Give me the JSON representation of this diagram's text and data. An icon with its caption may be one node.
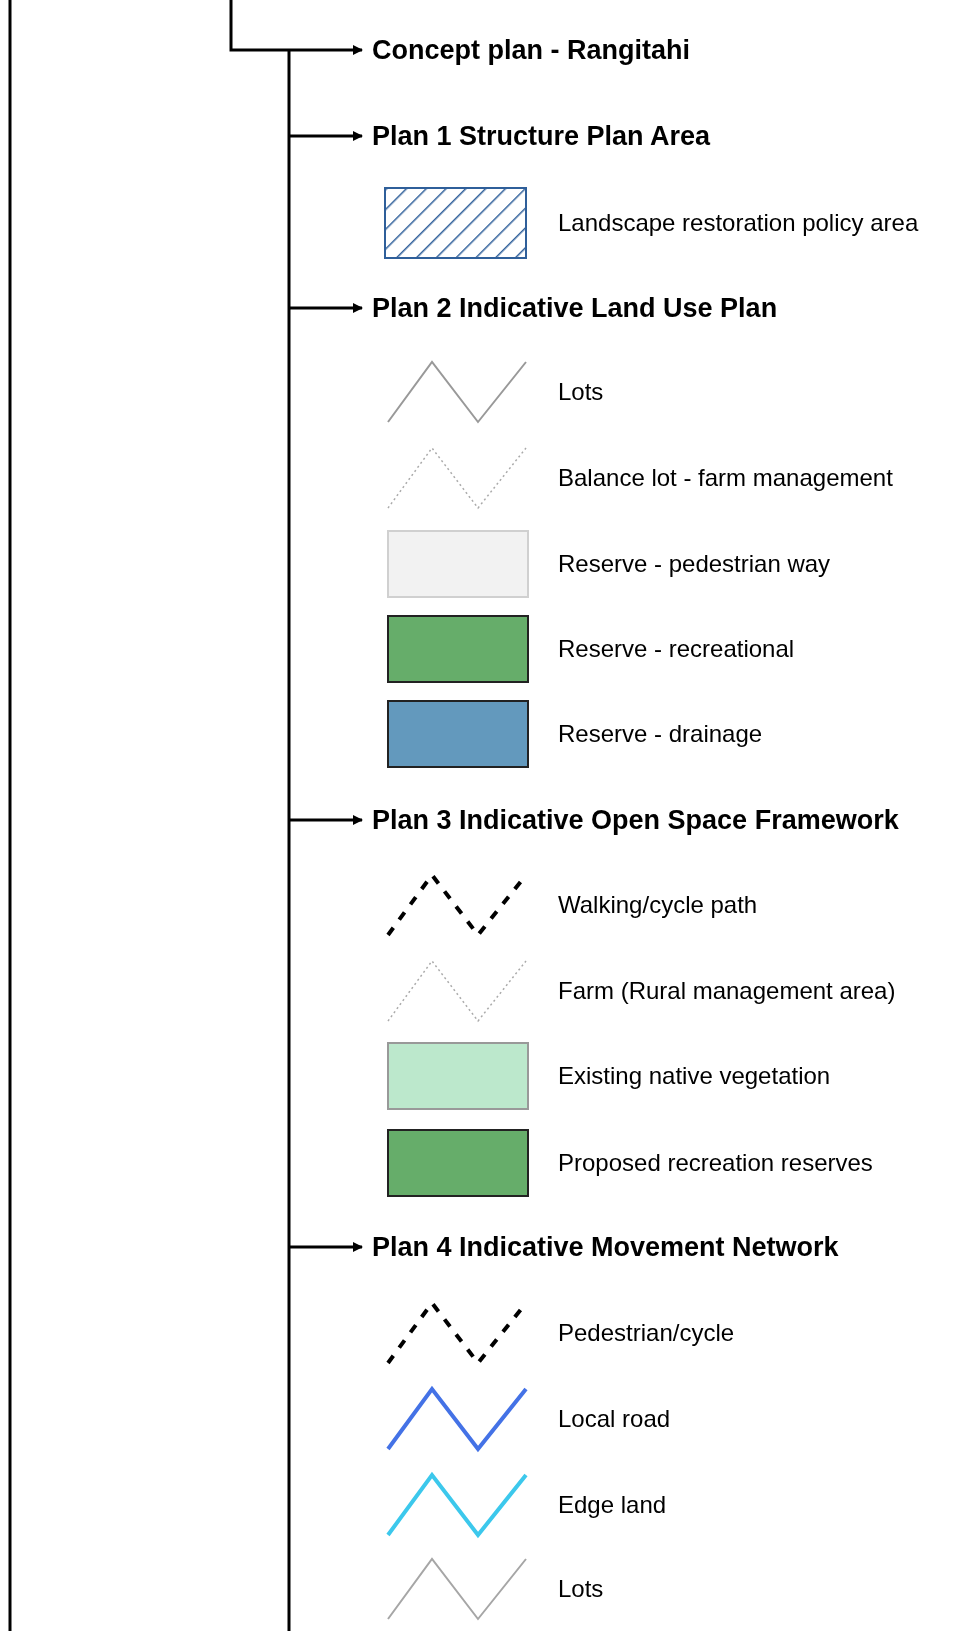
{
  "diagram": {
    "nodes": [
      {
        "text": [
          "Concept plan - Rangitahi"
        ]
      },
      {
        "text": [
          "Plan 1 Structure Plan Area"
        ]
      },
      {
        "text": [
          "Plan 2 Indicative Land Use Plan"
        ]
      },
      {
        "text": [
          "Plan 3 Indicative Open Space Framework"
        ]
      },
      {
        "text": [
          "Plan 4 Indicative Movement Network"
        ]
      }
    ],
    "edges": [
      {
        "from": null,
        "to": 0,
        "arrow": "to"
      },
      {
        "from": null,
        "to": 1,
        "arrow": "to"
      },
      {
        "from": null,
        "to": 2,
        "arrow": "to"
      },
      {
        "from": null,
        "to": 3,
        "arrow": "to"
      },
      {
        "from": null,
        "to": 4,
        "arrow": "to"
      }
    ],
    "legend": [
      {
        "text": "Landscape restoration policy area"
      },
      {
        "text": "Lots"
      },
      {
        "text": "Balance lot - farm management"
      },
      {
        "text": "Reserve - pedestrian way",
        "color": "#f2f2f2"
      },
      {
        "text": "Reserve - recreational",
        "color": "#66ad6a"
      },
      {
        "text": "Reserve - drainage",
        "color": "#6399bd"
      },
      {
        "text": "Walking/cycle path"
      },
      {
        "text": "Farm (Rural management area)"
      },
      {
        "text": "Existing native vegetation",
        "color": "#bce8cc"
      },
      {
        "text": "Proposed recreation reserves",
        "color": "#66ad6a"
      },
      {
        "text": "Pedestrian/cycle"
      },
      {
        "text": "Local road"
      },
      {
        "text": "Edge land"
      },
      {
        "text": "Lots"
      }
    ]
  }
}
